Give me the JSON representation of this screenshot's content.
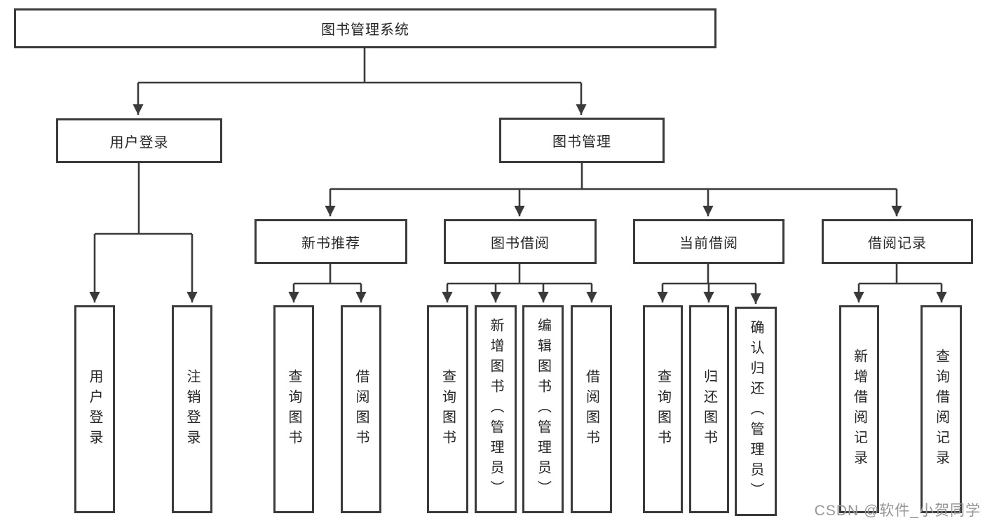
{
  "diagram": {
    "root": {
      "label": "图书管理系统",
      "children": [
        {
          "label": "用户登录",
          "children": [
            {
              "label": "用户登录"
            },
            {
              "label": "注销登录"
            }
          ]
        },
        {
          "label": "图书管理",
          "children": [
            {
              "label": "新书推荐",
              "children": [
                {
                  "label": "查询图书"
                },
                {
                  "label": "借阅图书"
                }
              ]
            },
            {
              "label": "图书借阅",
              "children": [
                {
                  "label": "查询图书"
                },
                {
                  "label": "新增图书（管理员）"
                },
                {
                  "label": "编辑图书（管理员）"
                },
                {
                  "label": "借阅图书"
                }
              ]
            },
            {
              "label": "当前借阅",
              "children": [
                {
                  "label": "查询图书"
                },
                {
                  "label": "归还图书"
                },
                {
                  "label": "确认归还（管理员）"
                }
              ]
            },
            {
              "label": "借阅记录",
              "children": [
                {
                  "label": "新增借阅记录"
                },
                {
                  "label": "查询借阅记录"
                }
              ]
            }
          ]
        }
      ]
    }
  },
  "watermark": {
    "text": "CSDN @软件_小贺同学",
    "color": "#969696"
  },
  "colors": {
    "line": "#3a3a3a",
    "box_border": "#3a3a3a",
    "text": "#262626",
    "background": "#ffffff"
  }
}
